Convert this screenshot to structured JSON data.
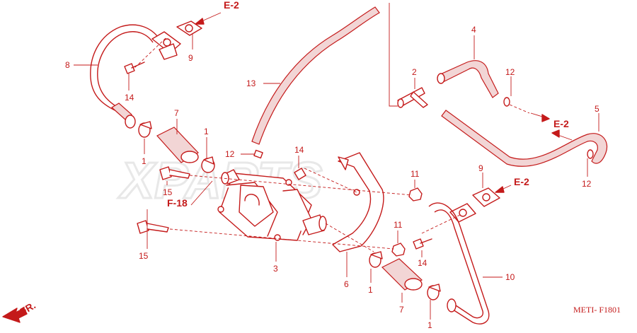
{
  "diagram": {
    "code": "METI- F1801",
    "watermark": "XPARTS",
    "front_marker": "FR.",
    "color": "#c41a1a",
    "refs": {
      "e2": "E-2",
      "f18": "F-18"
    },
    "callouts": {
      "p1": "1",
      "p2": "2",
      "p3": "3",
      "p4": "4",
      "p5": "5",
      "p6": "6",
      "p7": "7",
      "p8": "8",
      "p9": "9",
      "p10": "10",
      "p11": "11",
      "p12": "12",
      "p13": "13",
      "p14": "14",
      "p15": "15"
    }
  }
}
